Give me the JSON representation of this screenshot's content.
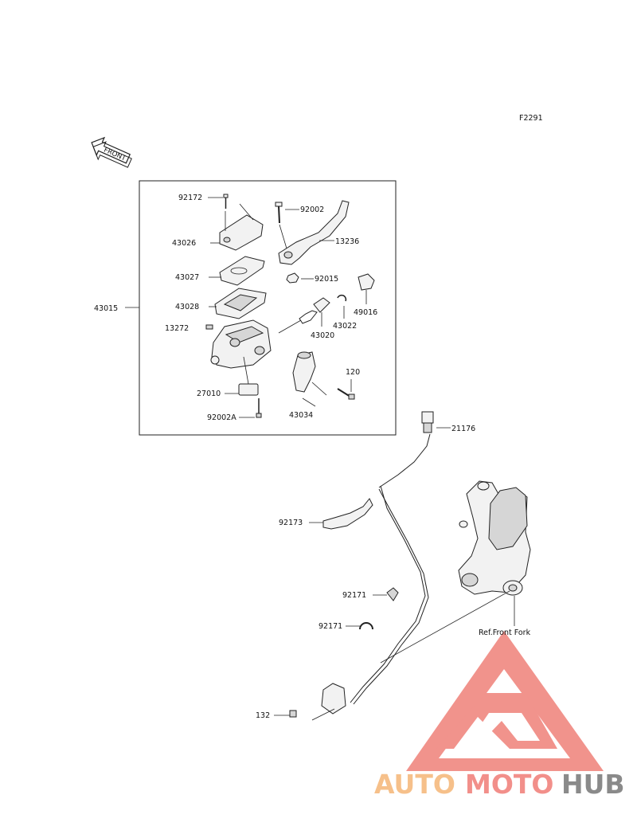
{
  "figure_code": "F2291",
  "front_arrow_label": "FRONT",
  "reference_note": "Ref.Front Fork",
  "assembly_group_label": "43015",
  "parts": [
    {
      "id": "92172"
    },
    {
      "id": "43026"
    },
    {
      "id": "43027"
    },
    {
      "id": "43028"
    },
    {
      "id": "13272"
    },
    {
      "id": "27010"
    },
    {
      "id": "92002A"
    },
    {
      "id": "92002"
    },
    {
      "id": "13236"
    },
    {
      "id": "92015"
    },
    {
      "id": "49016"
    },
    {
      "id": "43022"
    },
    {
      "id": "43020"
    },
    {
      "id": "120"
    },
    {
      "id": "43034"
    },
    {
      "id": "21176"
    },
    {
      "id": "92173"
    },
    {
      "id": "92171"
    },
    {
      "id": "92171"
    },
    {
      "id": "132"
    }
  ],
  "watermark": {
    "part1": "AUTO",
    "part2": "MOTO",
    "part3": "HUB",
    "color1": "#f6c08a",
    "color2": "#f28f8a",
    "color3": "#8a8a8a",
    "logo_color": "#f08880"
  }
}
